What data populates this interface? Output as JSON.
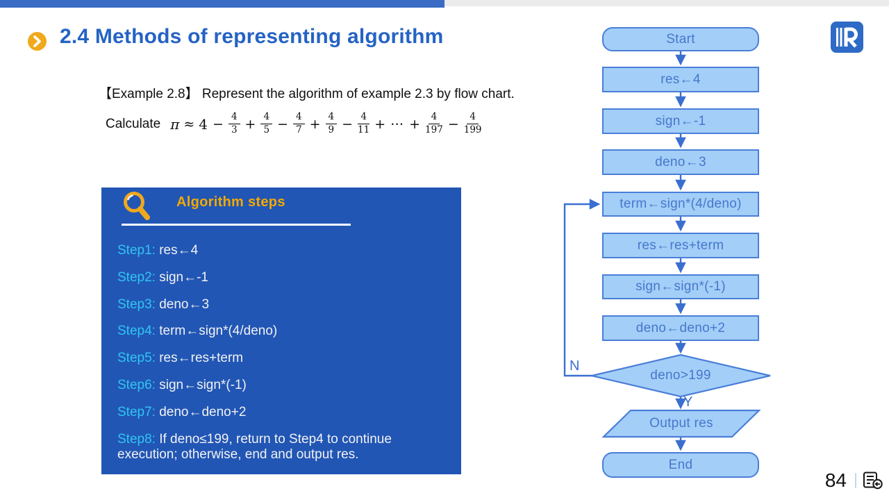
{
  "header": {
    "title": "2.4 Methods of representing algorithm"
  },
  "example": {
    "text": "【Example 2.8】 Represent the algorithm of example 2.3 by flow chart."
  },
  "formula": {
    "label": "Calculate",
    "pi": "π",
    "approx": "≈",
    "lead": "4",
    "terms": [
      {
        "op": "−",
        "num": "4",
        "den": "3"
      },
      {
        "op": "+",
        "num": "4",
        "den": "5"
      },
      {
        "op": "−",
        "num": "4",
        "den": "7"
      },
      {
        "op": "+",
        "num": "4",
        "den": "9"
      },
      {
        "op": "−",
        "num": "4",
        "den": "11"
      },
      {
        "op": "+",
        "num": "⋯",
        "den": null
      },
      {
        "op": "+",
        "num": "4",
        "den": "197"
      },
      {
        "op": "−",
        "num": "4",
        "den": "199"
      }
    ]
  },
  "panel": {
    "title": "Algorithm steps",
    "steps": [
      {
        "label": "Step1",
        "text": "res←4"
      },
      {
        "label": "Step2",
        "text": "sign←-1"
      },
      {
        "label": "Step3",
        "text": "deno←3"
      },
      {
        "label": "Step4",
        "text": "term←sign*(4/deno)"
      },
      {
        "label": "Step5",
        "text": "res←res+term"
      },
      {
        "label": "Step6",
        "text": "sign←sign*(-1)"
      },
      {
        "label": "Step7",
        "text": "deno←deno+2"
      },
      {
        "label": "Step8",
        "text": "If deno≤199, return to Step4 to continue execution; otherwise, end and output res."
      }
    ]
  },
  "flowchart": {
    "nodes": [
      {
        "type": "terminator",
        "label": "Start"
      },
      {
        "type": "process",
        "label": "res←4"
      },
      {
        "type": "process",
        "label": "sign←-1"
      },
      {
        "type": "process",
        "label": "deno←3"
      },
      {
        "type": "process",
        "label": "term←sign*(4/deno)"
      },
      {
        "type": "process",
        "label": "res←res+term"
      },
      {
        "type": "process",
        "label": "sign←sign*(-1)"
      },
      {
        "type": "process",
        "label": "deno←deno+2"
      },
      {
        "type": "decision",
        "label": "deno>199"
      },
      {
        "type": "io",
        "label": "Output res"
      },
      {
        "type": "terminator",
        "label": "End"
      }
    ],
    "no_label": "N",
    "yes_label": "Y"
  },
  "footer": {
    "page": "84"
  },
  "colors": {
    "accent": "#2563c4",
    "topbar": "#3a6cc6",
    "panel": "#2156b5",
    "step_cyan": "#31c5f0",
    "orange": "#f2a900",
    "node_fill": "#a3cef7",
    "node_border": "#4a7ed8",
    "node_text": "#4677cd",
    "arrow": "#3a6fd0"
  }
}
